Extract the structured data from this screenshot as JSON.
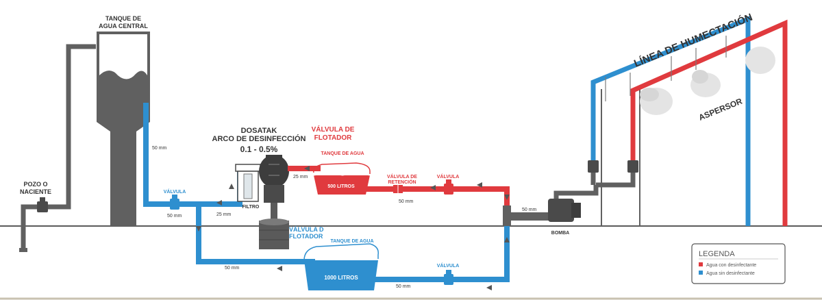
{
  "labels": {
    "tank_central": [
      "TANQUE DE",
      "AGUA CENTRAL"
    ],
    "well": [
      "POZO O",
      "NACIENTE"
    ],
    "dosatak_title": "DOSATAK",
    "dosatak_sub": "ARCO DE DESINFECCIÓN",
    "dosatak_range": "0.1 - 0.5%",
    "float_valve_red": [
      "VÁLVULA DE",
      "FLOTADOR"
    ],
    "float_valve_blue": [
      "VÁLVULA D",
      "FLOTADOR"
    ],
    "tank_water_small": "TANQUE DE AGUA",
    "tank_water_large": "TANQUE DE AGUA",
    "tank_500": "500 LITROS",
    "tank_1000": "1000 LITROS",
    "check_valve": [
      "VÁLVULA DE",
      "RETENCIÓN"
    ],
    "valve_red": "VÁLVULA",
    "valve_blue_left": "VÁLVULA",
    "valve_blue_bottom": "VÁLVULA",
    "filter": "FILTRO",
    "pump": "BOMBA",
    "humidification_line": "LÍNEA DE HUMECTACIÓN",
    "sprinkler": "ASPERSOR"
  },
  "pipe_sizes": {
    "vertical_central": "50 mm",
    "left_valve": "50 mm",
    "to_filter": "25 mm",
    "after_dosatak": "25 mm",
    "red_line": "50 mm",
    "to_pump": "50 mm",
    "bottom_left": "50 mm",
    "bottom_right": "50 mm"
  },
  "legend": {
    "title": "LEGENDA",
    "items": [
      {
        "label": "Agua con desinfectante",
        "color": "#e03a3e"
      },
      {
        "label": "Agua sin desinfectante",
        "color": "#2e8fcf"
      }
    ]
  },
  "colors": {
    "blue": "#2e8fcf",
    "red": "#e03a3e",
    "gray": "#606060",
    "dark_gray": "#4a4a4a"
  }
}
